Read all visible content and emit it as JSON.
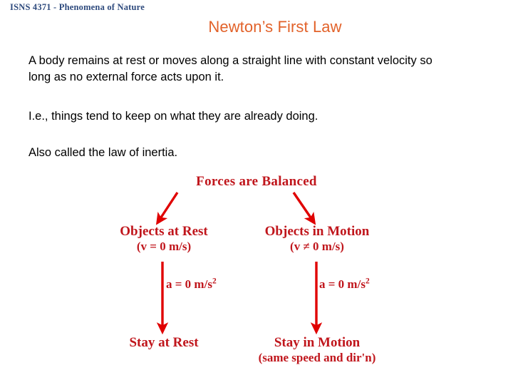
{
  "header": {
    "course": "ISNS 4371 - Phenomena of Nature"
  },
  "slide": {
    "title": "Newton’s First Law",
    "paragraphs": {
      "definition": "A body remains at rest or moves along a straight line with constant velocity so long as no external force acts upon it.",
      "restate": "I.e., things tend to keep on what they are already doing.",
      "inertia": "Also called the law of inertia."
    }
  },
  "diagram": {
    "root": "Forces are Balanced",
    "left_branch": {
      "state_title": "Objects at Rest",
      "state_condition": "(v = 0 m/s)",
      "accel_label": "a = 0 m/s",
      "accel_exponent": "2",
      "outcome_title": "Stay at Rest",
      "outcome_detail": ""
    },
    "right_branch": {
      "state_title": "Objects in Motion",
      "state_condition": "(v ≠ 0 m/s)",
      "accel_label": "a = 0 m/s",
      "accel_exponent": "2",
      "outcome_title": "Stay in Motion",
      "outcome_detail": "(same speed and dir'n)"
    }
  },
  "colors": {
    "header_blue": "#2e4a7d",
    "title_orange": "#e2622a",
    "diagram_text_red": "#c0161c",
    "arrow_red": "#e00000",
    "body_text": "#000000",
    "background": "#ffffff"
  }
}
